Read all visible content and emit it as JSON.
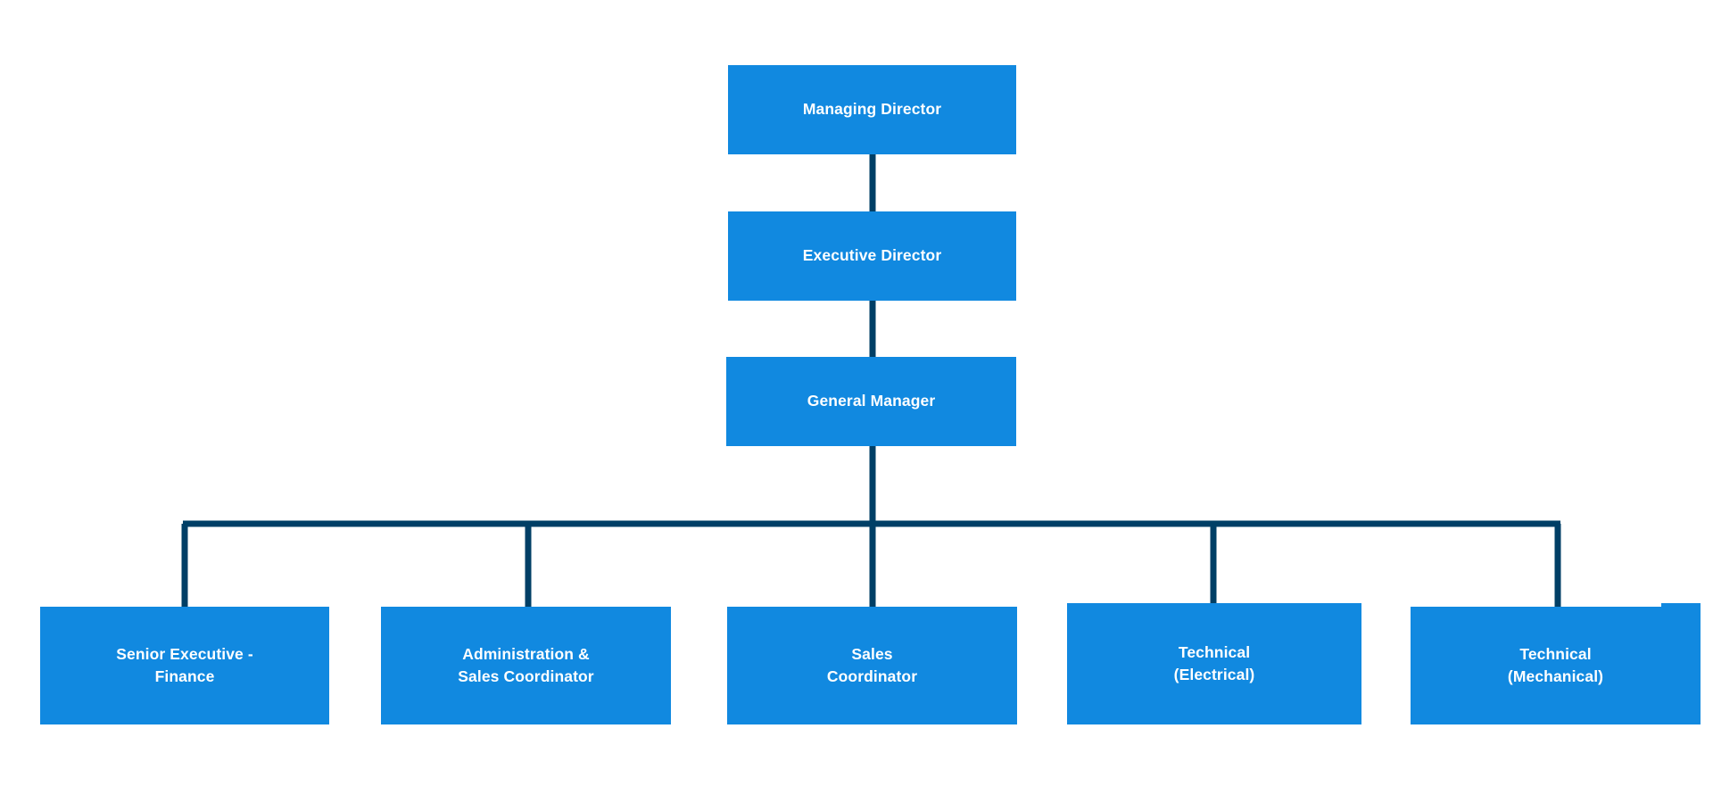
{
  "chart": {
    "type": "org-chart",
    "title": "",
    "colors": {
      "node_fill": "#1189E0",
      "node_text": "#FFFFFF",
      "connector": "#003F66",
      "background": "#FFFFFF"
    },
    "levels": [
      {
        "level": 1,
        "nodes": [
          {
            "id": "managing-director",
            "label": "Managing Director"
          }
        ]
      },
      {
        "level": 2,
        "nodes": [
          {
            "id": "executive-director",
            "label": "Executive Director"
          }
        ]
      },
      {
        "level": 3,
        "nodes": [
          {
            "id": "general-manager",
            "label": "General Manager"
          }
        ]
      },
      {
        "level": 4,
        "nodes": [
          {
            "id": "senior-executive-finance",
            "label": "Senior Executive -\nFinance"
          },
          {
            "id": "administration-sales-coordinator",
            "label": "Administration &\nSales Coordinator"
          },
          {
            "id": "sales-coordinator",
            "label": "Sales\nCoordinator"
          },
          {
            "id": "technical-electrical",
            "label": "Technical\n(Electrical)"
          },
          {
            "id": "technical-mechanical",
            "label": "Technical\n(Mechanical)"
          }
        ]
      }
    ],
    "edges": [
      {
        "from": "managing-director",
        "to": "executive-director"
      },
      {
        "from": "executive-director",
        "to": "general-manager"
      },
      {
        "from": "general-manager",
        "to": "senior-executive-finance"
      },
      {
        "from": "general-manager",
        "to": "administration-sales-coordinator"
      },
      {
        "from": "general-manager",
        "to": "sales-coordinator"
      },
      {
        "from": "general-manager",
        "to": "technical-electrical"
      },
      {
        "from": "general-manager",
        "to": "technical-mechanical"
      }
    ]
  },
  "nodes": {
    "managing_director": {
      "label": "Managing Director"
    },
    "executive_director": {
      "label": "Executive Director"
    },
    "general_manager": {
      "label": "General Manager"
    },
    "senior_executive_finance": {
      "label": "Senior Executive -\nFinance"
    },
    "administration_sales_coordinator": {
      "label": "Administration &\nSales Coordinator"
    },
    "sales_coordinator": {
      "label": "Sales\nCoordinator"
    },
    "technical_electrical": {
      "label": "Technical\n(Electrical)"
    },
    "technical_mechanical": {
      "label": "Technical\n(Mechanical)"
    }
  }
}
